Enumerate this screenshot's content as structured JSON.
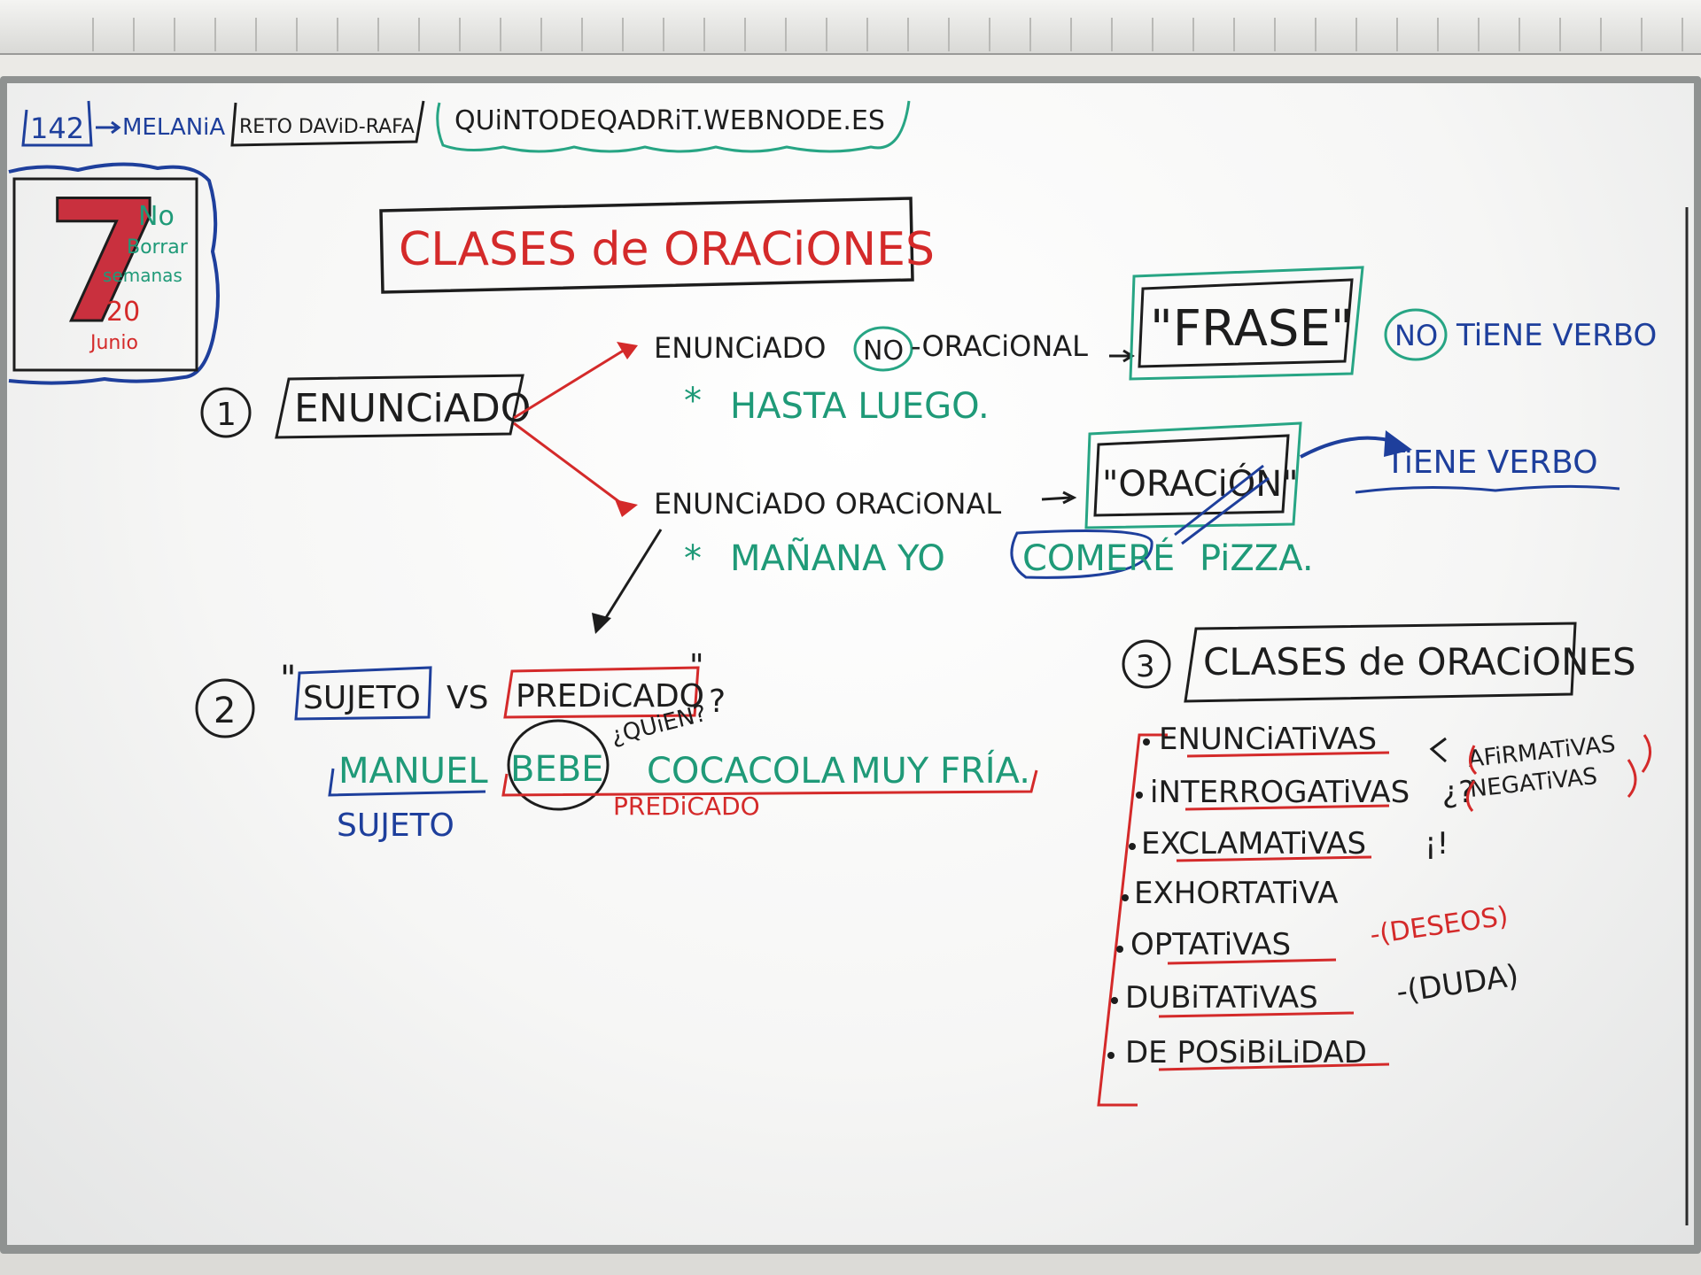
{
  "header": {
    "number": "142",
    "name": "MELANiA",
    "reto": "RETO DAViD-RAFA",
    "website": "QUiNTODEQADRiT.WEBNODE.ES"
  },
  "calendar": {
    "big_number": "7",
    "line1": "No",
    "line2": "Borrar",
    "line3": "semanas",
    "day": "20",
    "month": "Junio"
  },
  "title": "CLASES de ORACiONES",
  "section1": {
    "number": "1",
    "box": "ENUNCiADO",
    "branch_top": {
      "pre": "ENUNCiADO",
      "circled": "NO",
      "post": "-ORACiONAL",
      "result": "\"FRASE\"",
      "note_circled": "NO",
      "note": "TiENE VERBO",
      "example": "HASTA LUEGO."
    },
    "branch_bottom": {
      "label": "ENUNCiADO ORACiONAL",
      "result": "\"ORACiÓN\"",
      "note": "TiENE VERBO",
      "example_a": "MAÑANA YO",
      "example_verb": "COMERÉ",
      "example_b": "PiZZA."
    }
  },
  "section2": {
    "number": "2",
    "open_quote": "\"",
    "sujeto": "SUJETO",
    "vs": "VS",
    "predicado": "PREDiCADO",
    "close_quote": "\"",
    "question_mark": "?",
    "question": "¿QUiEN?",
    "sentence_subject": "MANUEL",
    "sentence_verb": "BEBE",
    "sentence_rest1": "COCACOLA",
    "sentence_rest2": "MUY FRÍA.",
    "label_subject": "SUJETO",
    "label_predicate": "PREDiCADO"
  },
  "section3": {
    "number": "3",
    "title": "CLASES de ORACiONES",
    "items": [
      {
        "label": "ENUNCiATiVAS",
        "extra": ""
      },
      {
        "label": "iNTERROGATiVAS",
        "extra": "¿?"
      },
      {
        "label": "EXCLAMATiVAS",
        "extra": "¡!"
      },
      {
        "label": "EXHORTATiVA",
        "extra": ""
      },
      {
        "label": "OPTATiVAS",
        "extra": "-(DESEOS)"
      },
      {
        "label": "DUBiTATiVAS",
        "extra": "-(DUDA)"
      },
      {
        "label": "DE POSiBiLiDAD",
        "extra": ""
      }
    ],
    "sub_afirm": "AFiRMATiVAS",
    "sub_neg": "NEGATiVAS"
  }
}
